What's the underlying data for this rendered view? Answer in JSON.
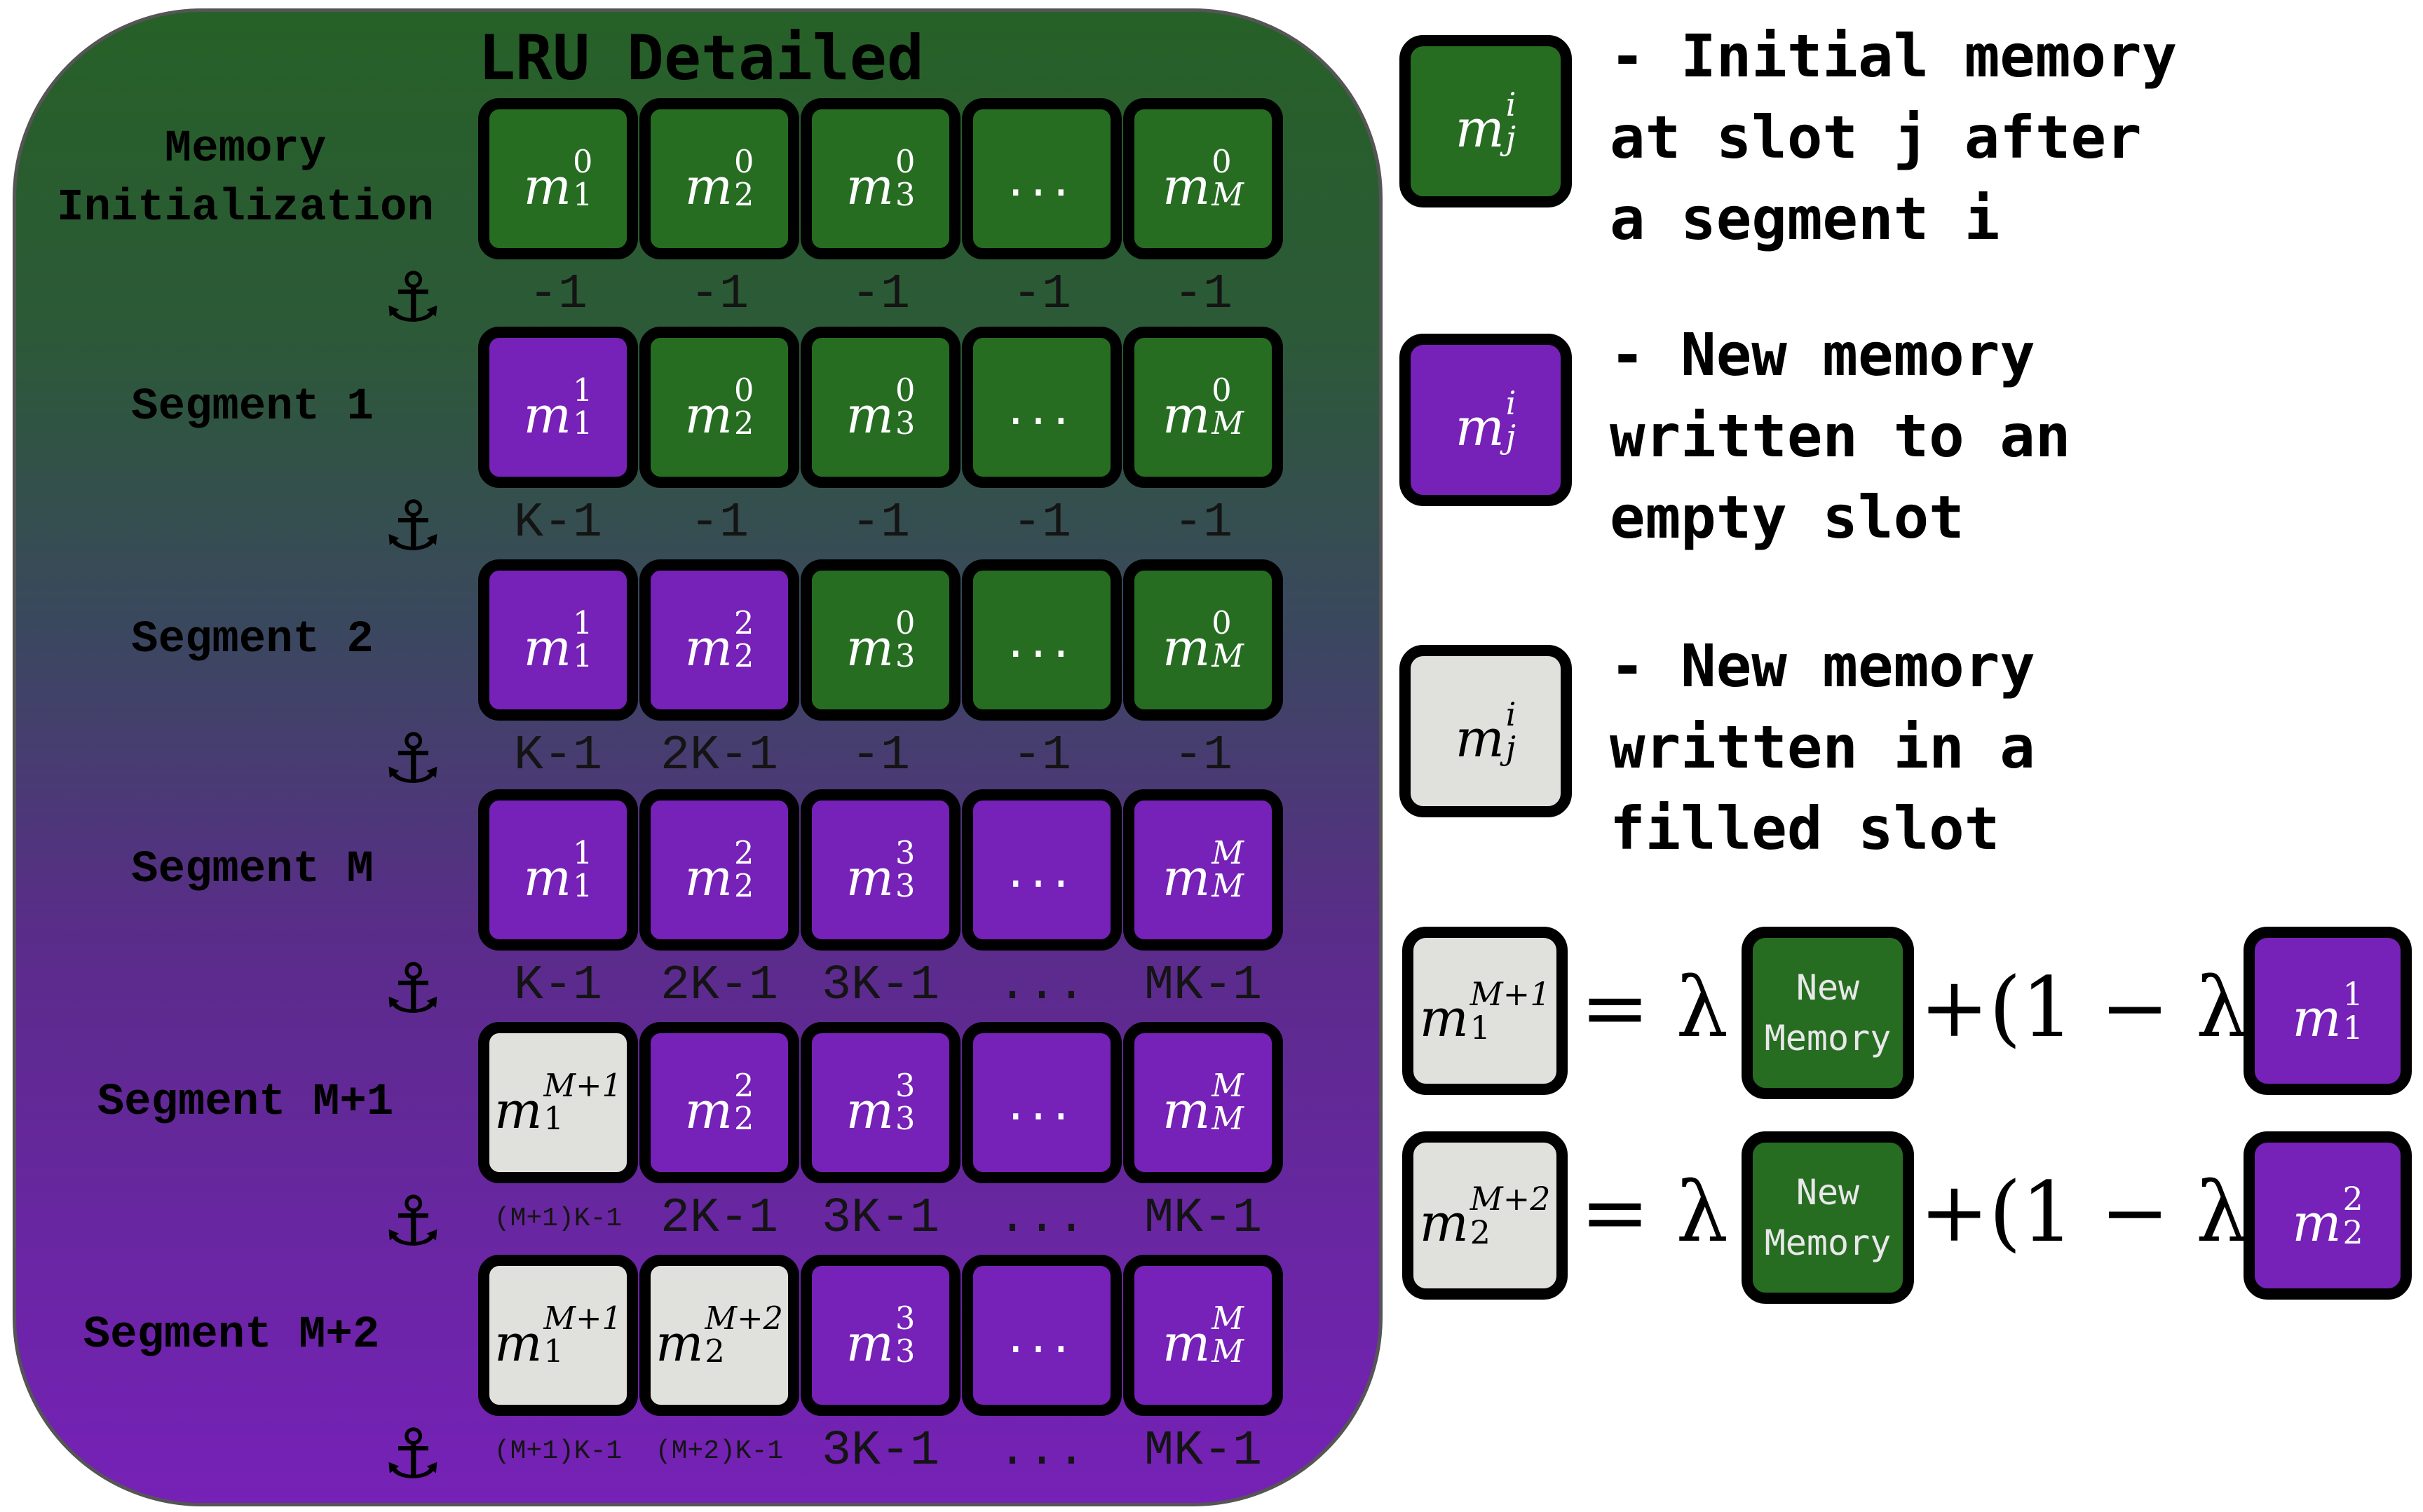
{
  "title": "LRU Detailed",
  "colors": {
    "green": "#266d22",
    "purple": "#7621b7",
    "gray": "#e0e0dc"
  },
  "rows": [
    {
      "label": "Memory\nInitialization",
      "cells": [
        {
          "color": "g",
          "base": "m",
          "sub": "1",
          "sup": "0"
        },
        {
          "color": "g",
          "base": "m",
          "sub": "2",
          "sup": "0"
        },
        {
          "color": "g",
          "base": "m",
          "sub": "3",
          "sup": "0"
        },
        {
          "color": "g",
          "dots": "..."
        },
        {
          "color": "g",
          "base": "m",
          "sub": "M",
          "sup": "0"
        }
      ],
      "ages": [
        "-1",
        "-1",
        "-1",
        "-1",
        "-1"
      ]
    },
    {
      "label": "Segment 1",
      "cells": [
        {
          "color": "p",
          "base": "m",
          "sub": "1",
          "sup": "1"
        },
        {
          "color": "g",
          "base": "m",
          "sub": "2",
          "sup": "0"
        },
        {
          "color": "g",
          "base": "m",
          "sub": "3",
          "sup": "0"
        },
        {
          "color": "g",
          "dots": "..."
        },
        {
          "color": "g",
          "base": "m",
          "sub": "M",
          "sup": "0"
        }
      ],
      "ages": [
        "K-1",
        "-1",
        "-1",
        "-1",
        "-1"
      ]
    },
    {
      "label": "Segment 2",
      "cells": [
        {
          "color": "p",
          "base": "m",
          "sub": "1",
          "sup": "1"
        },
        {
          "color": "p",
          "base": "m",
          "sub": "2",
          "sup": "2"
        },
        {
          "color": "g",
          "base": "m",
          "sub": "3",
          "sup": "0"
        },
        {
          "color": "g",
          "dots": "..."
        },
        {
          "color": "g",
          "base": "m",
          "sub": "M",
          "sup": "0"
        }
      ],
      "ages": [
        "K-1",
        "2K-1",
        "-1",
        "-1",
        "-1"
      ]
    },
    {
      "label": "Segment M",
      "cells": [
        {
          "color": "p",
          "base": "m",
          "sub": "1",
          "sup": "1"
        },
        {
          "color": "p",
          "base": "m",
          "sub": "2",
          "sup": "2"
        },
        {
          "color": "p",
          "base": "m",
          "sub": "3",
          "sup": "3"
        },
        {
          "color": "p",
          "dots": "..."
        },
        {
          "color": "p",
          "base": "m",
          "sub": "M",
          "sup": "M"
        }
      ],
      "ages": [
        "K-1",
        "2K-1",
        "3K-1",
        "...",
        "MK-1"
      ]
    },
    {
      "label": "Segment M+1",
      "cells": [
        {
          "color": "w",
          "base": "m",
          "sub": "1",
          "sup": "M+1"
        },
        {
          "color": "p",
          "base": "m",
          "sub": "2",
          "sup": "2"
        },
        {
          "color": "p",
          "base": "m",
          "sub": "3",
          "sup": "3"
        },
        {
          "color": "p",
          "dots": "..."
        },
        {
          "color": "p",
          "base": "m",
          "sub": "M",
          "sup": "M"
        }
      ],
      "ages": [
        "(M+1)K-1",
        "2K-1",
        "3K-1",
        "...",
        "MK-1"
      ]
    },
    {
      "label": "Segment M+2",
      "cells": [
        {
          "color": "w",
          "base": "m",
          "sub": "1",
          "sup": "M+1"
        },
        {
          "color": "w",
          "base": "m",
          "sub": "2",
          "sup": "M+2"
        },
        {
          "color": "p",
          "base": "m",
          "sub": "3",
          "sup": "3"
        },
        {
          "color": "p",
          "dots": "..."
        },
        {
          "color": "p",
          "base": "m",
          "sub": "M",
          "sup": "M"
        }
      ],
      "ages": [
        "(M+1)K-1",
        "(M+2)K-1",
        "3K-1",
        "...",
        "MK-1"
      ]
    }
  ],
  "legend": [
    {
      "color": "g",
      "base": "m",
      "sub": "j",
      "sup": "i",
      "text": "- Initial memory\nat slot j after\na segment i"
    },
    {
      "color": "p",
      "base": "m",
      "sub": "j",
      "sup": "i",
      "text": "- New memory\nwritten to an\nempty slot"
    },
    {
      "color": "w",
      "base": "m",
      "sub": "j",
      "sup": "i",
      "text": "- New memory\nwritten in a\nfilled slot"
    }
  ],
  "equations": [
    {
      "lhs": {
        "base": "m",
        "sub": "1",
        "sup": "M+1"
      },
      "eq": "= λ",
      "new_label_1": "New",
      "new_label_2": "Memory",
      "mid": "+(1 − λ)",
      "rhs": {
        "base": "m",
        "sub": "1",
        "sup": "1"
      }
    },
    {
      "lhs": {
        "base": "m",
        "sub": "2",
        "sup": "M+2"
      },
      "eq": "= λ",
      "new_label_1": "New",
      "new_label_2": "Memory",
      "mid": "+(1 − λ)",
      "rhs": {
        "base": "m",
        "sub": "2",
        "sup": "2"
      }
    }
  ],
  "anchor_glyph": "⚓"
}
